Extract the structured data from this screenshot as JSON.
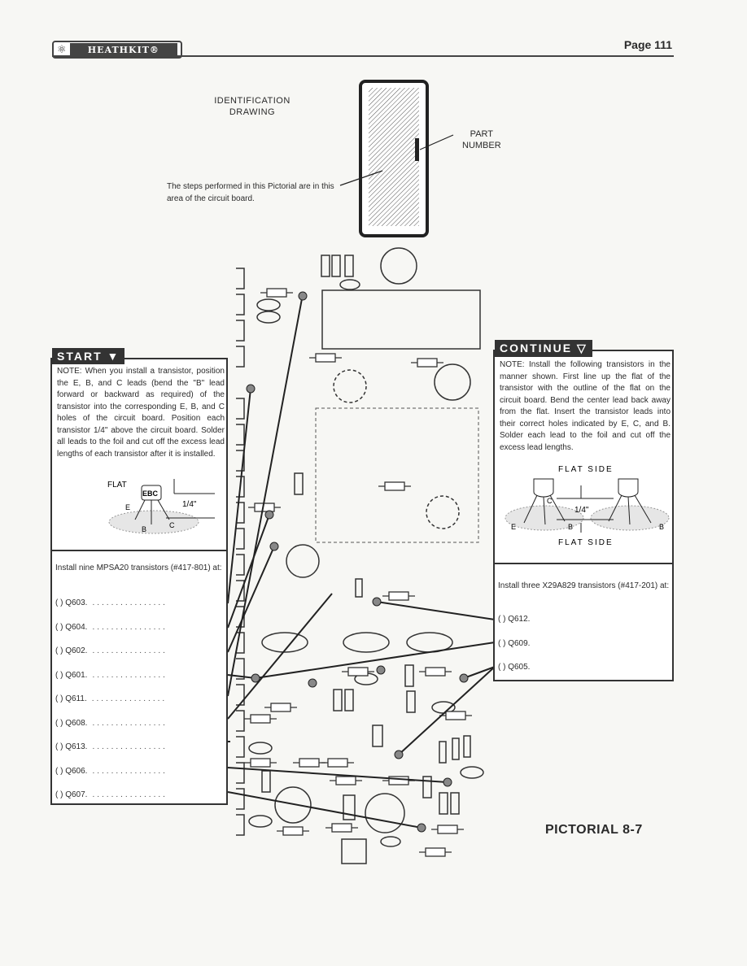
{
  "header": {
    "brand": "HEATHKIT®",
    "page": "Page 111"
  },
  "identification": {
    "title_line1": "IDENTIFICATION",
    "title_line2": "DRAWING",
    "part_line1": "PART",
    "part_line2": "NUMBER",
    "steps_note": "The steps performed in this Pictorial are in this area of the circuit board."
  },
  "start_panel": {
    "header": "START",
    "note": "NOTE: When you install a transistor, position the E, B, and C leads (bend the \"B\" lead forward or backward as required) of the transistor into the corresponding E, B, and C holes of the circuit board. Position each transistor 1/4\" above the circuit board. Solder all leads to the foil and cut off the excess lead lengths of each transistor after it is installed.",
    "fig_flat": "FLAT",
    "fig_ebc": "EBC",
    "fig_quarter": "1/4\"",
    "fig_e": "E",
    "fig_b": "B",
    "fig_c": "C",
    "install_text": "Install nine MPSA20 transistors (#417-801) at:",
    "items": [
      "( )  Q603.",
      "( )  Q604.",
      "( )  Q602.",
      "( )  Q601.",
      "( )  Q611.",
      "( )  Q608.",
      "( )  Q613.",
      "( )  Q606.",
      "( )  Q607."
    ]
  },
  "continue_panel": {
    "header": "CONTINUE",
    "note": "NOTE: Install the following transistors in the manner shown. First line up the flat of the transistor with the outline of the flat on the circuit board. Bend the center lead back away from the flat. Insert the transistor leads into their correct holes indicated by E, C, and B. Solder each lead to the foil and cut off the excess lead lengths.",
    "fig_flat_top": "FLAT SIDE",
    "fig_flat_bottom": "FLAT SIDE",
    "fig_quarter": "1/4\"",
    "fig_c": "C",
    "fig_e": "E",
    "fig_b": "B",
    "install_text": "Install three X29A829 transistors (#417-201) at:",
    "items": [
      "( )  Q612.",
      "( )  Q609.",
      "( )  Q605."
    ]
  },
  "caption": "PICTORIAL 8-7"
}
